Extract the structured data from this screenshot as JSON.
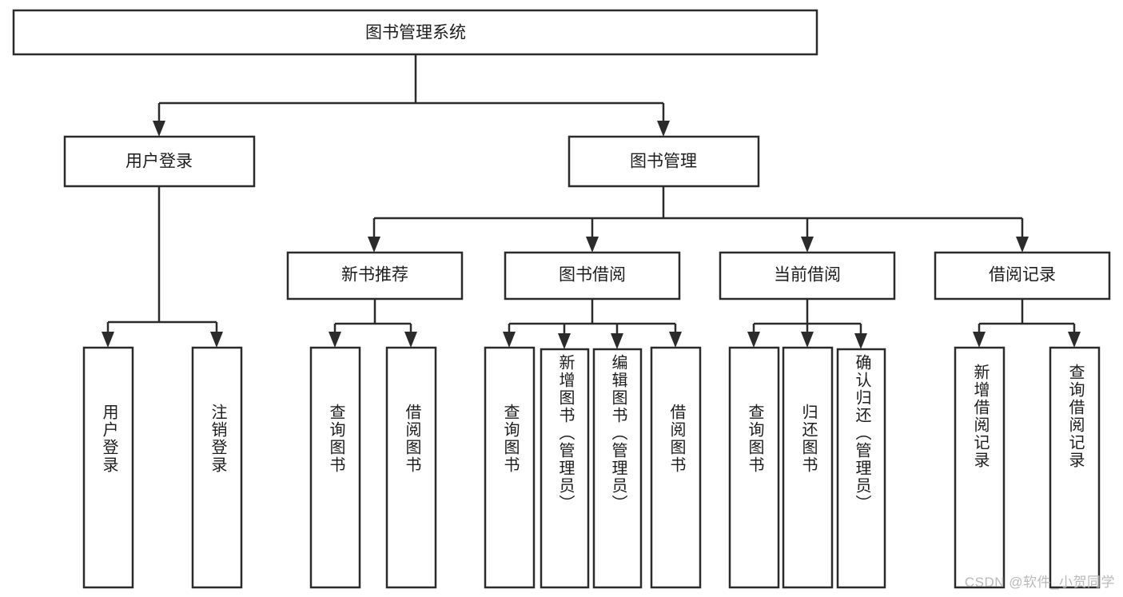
{
  "diagram": {
    "type": "hierarchy-tree",
    "title": "图书管理系统",
    "orientation": "top-down",
    "levels": 4,
    "root": {
      "id": "root",
      "label": "图书管理系统",
      "text_direction": "horizontal"
    },
    "level2": [
      {
        "id": "user-login",
        "label": "用户登录",
        "text_direction": "horizontal"
      },
      {
        "id": "book-manage",
        "label": "图书管理",
        "text_direction": "horizontal"
      }
    ],
    "level3": [
      {
        "id": "new-book-rec",
        "label": "新书推荐",
        "parent": "book-manage",
        "text_direction": "horizontal"
      },
      {
        "id": "book-borrow",
        "label": "图书借阅",
        "parent": "book-manage",
        "text_direction": "horizontal"
      },
      {
        "id": "current-borrow",
        "label": "当前借阅",
        "parent": "book-manage",
        "text_direction": "horizontal"
      },
      {
        "id": "borrow-record",
        "label": "借阅记录",
        "parent": "book-manage",
        "text_direction": "horizontal"
      }
    ],
    "leaves": [
      {
        "id": "leaf-user-login",
        "label": "用户登录",
        "parent": "user-login",
        "text_direction": "vertical"
      },
      {
        "id": "leaf-user-logout",
        "label": "注销登录",
        "parent": "user-login",
        "text_direction": "vertical"
      },
      {
        "id": "leaf-query-book-1",
        "label": "查询图书",
        "parent": "new-book-rec",
        "text_direction": "vertical"
      },
      {
        "id": "leaf-borrow-book-1",
        "label": "借阅图书",
        "parent": "new-book-rec",
        "text_direction": "vertical"
      },
      {
        "id": "leaf-query-book-2",
        "label": "查询图书",
        "parent": "book-borrow",
        "text_direction": "vertical"
      },
      {
        "id": "leaf-add-book",
        "label": "新增图书（管理员）",
        "parent": "book-borrow",
        "text_direction": "vertical"
      },
      {
        "id": "leaf-edit-book",
        "label": "编辑图书（管理员）",
        "parent": "book-borrow",
        "text_direction": "vertical"
      },
      {
        "id": "leaf-borrow-book-2",
        "label": "借阅图书",
        "parent": "book-borrow",
        "text_direction": "vertical"
      },
      {
        "id": "leaf-query-book-3",
        "label": "查询图书",
        "parent": "current-borrow",
        "text_direction": "vertical"
      },
      {
        "id": "leaf-return-book",
        "label": "归还图书",
        "parent": "current-borrow",
        "text_direction": "vertical"
      },
      {
        "id": "leaf-confirm-return",
        "label": "确认归还（管理员）",
        "parent": "current-borrow",
        "text_direction": "vertical"
      },
      {
        "id": "leaf-add-record",
        "label": "新增借阅记录",
        "parent": "borrow-record",
        "text_direction": "vertical"
      },
      {
        "id": "leaf-query-record",
        "label": "查询借阅记录",
        "parent": "borrow-record",
        "text_direction": "vertical"
      }
    ],
    "colors": {
      "stroke": "#2b2b2b",
      "fill": "#ffffff",
      "text": "#1d1d1d",
      "watermark": "#b9b9b9"
    }
  },
  "watermark": {
    "text": "CSDN @软件_小贺同学"
  }
}
